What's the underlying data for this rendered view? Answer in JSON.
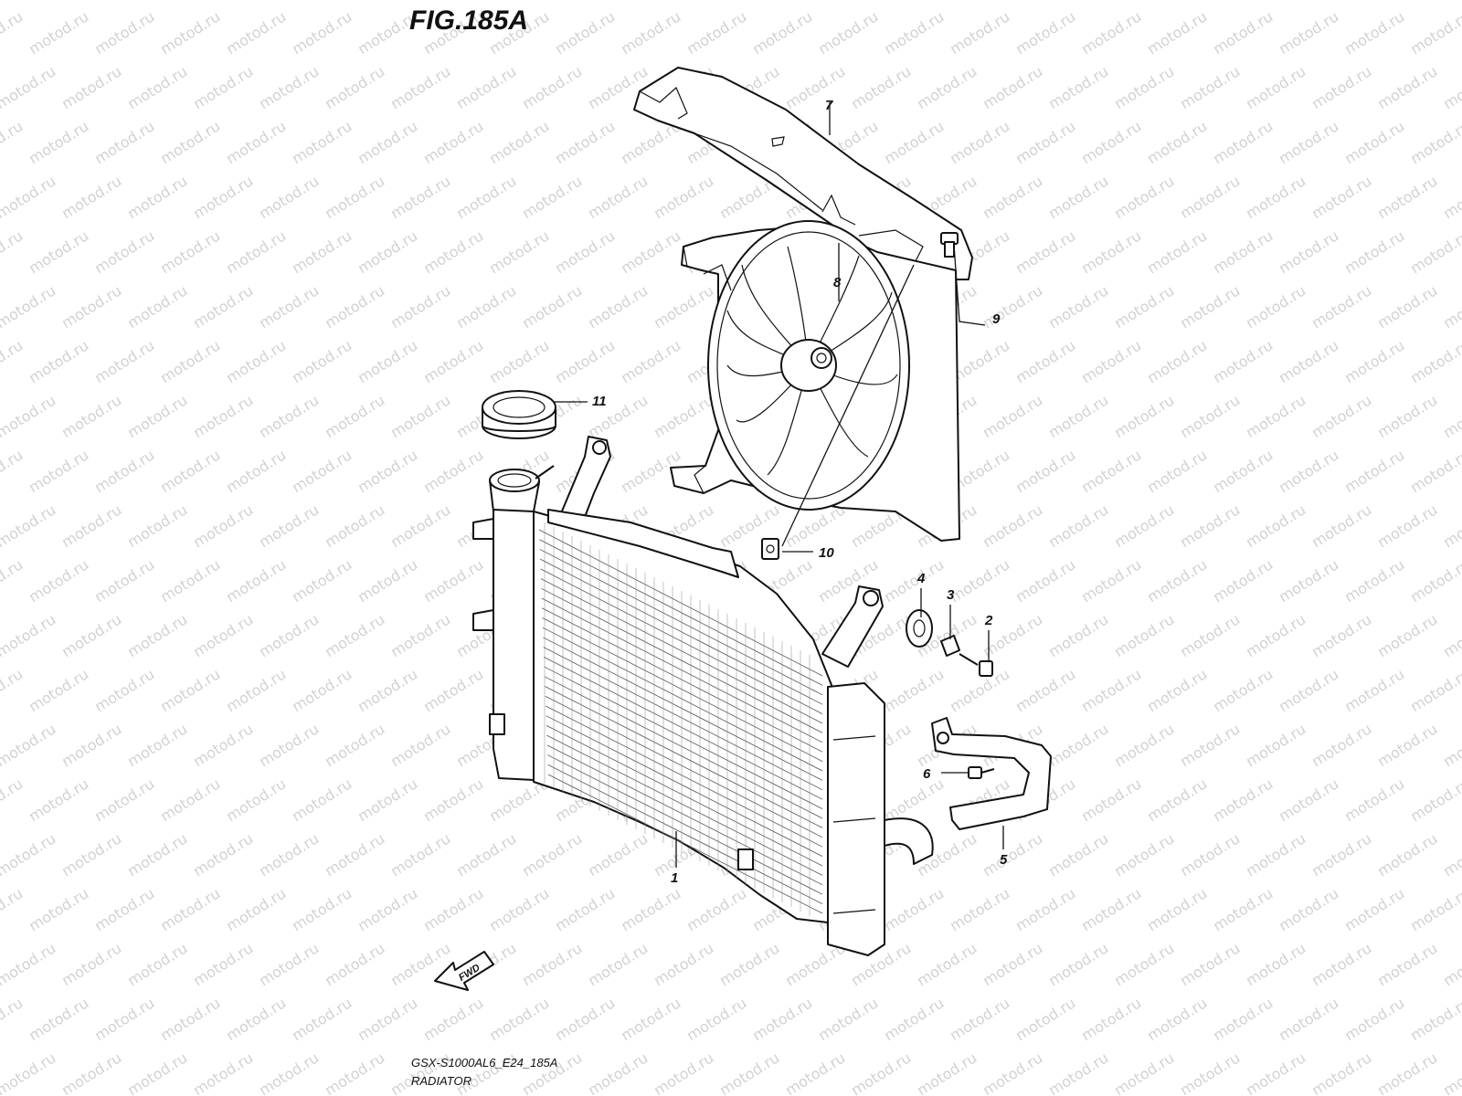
{
  "figure": {
    "title": "FIG.185A",
    "code": "GSX-S1000AL6_E24_185A",
    "name": "RADIATOR",
    "watermark": "motod.ru",
    "fwd_label": "FWD"
  },
  "callouts": [
    {
      "id": "1",
      "label": "1"
    },
    {
      "id": "2",
      "label": "2"
    },
    {
      "id": "3",
      "label": "3"
    },
    {
      "id": "4",
      "label": "4"
    },
    {
      "id": "5",
      "label": "5"
    },
    {
      "id": "6",
      "label": "6"
    },
    {
      "id": "7",
      "label": "7"
    },
    {
      "id": "8",
      "label": "8"
    },
    {
      "id": "9",
      "label": "9"
    },
    {
      "id": "10",
      "label": "10"
    },
    {
      "id": "11",
      "label": "11"
    }
  ]
}
